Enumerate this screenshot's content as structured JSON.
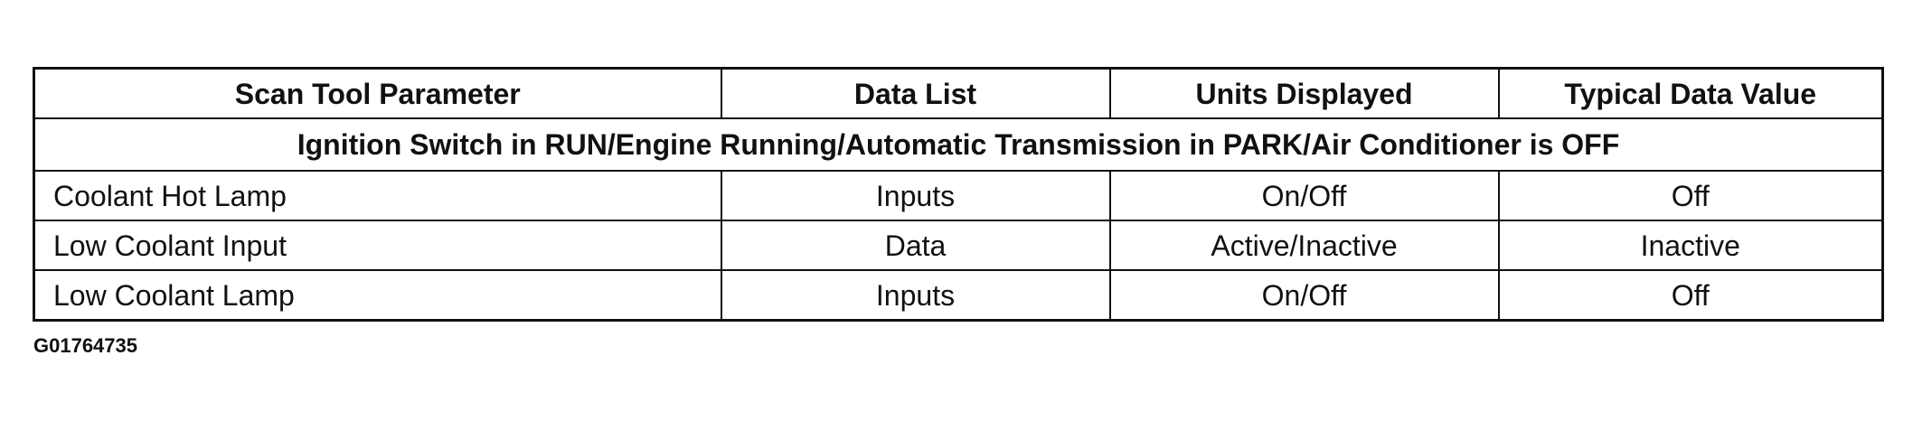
{
  "table": {
    "headers": [
      "Scan Tool Parameter",
      "Data List",
      "Units Displayed",
      "Typical Data Value"
    ],
    "condition": "Ignition Switch in RUN/Engine Running/Automatic Transmission in PARK/Air Conditioner is OFF",
    "rows": [
      [
        "Coolant Hot Lamp",
        "Inputs",
        "On/Off",
        "Off"
      ],
      [
        "Low Coolant Input",
        "Data",
        "Active/Inactive",
        "Inactive"
      ],
      [
        "Low Coolant Lamp",
        "Inputs",
        "On/Off",
        "Off"
      ]
    ]
  },
  "figure_id": "G01764735"
}
